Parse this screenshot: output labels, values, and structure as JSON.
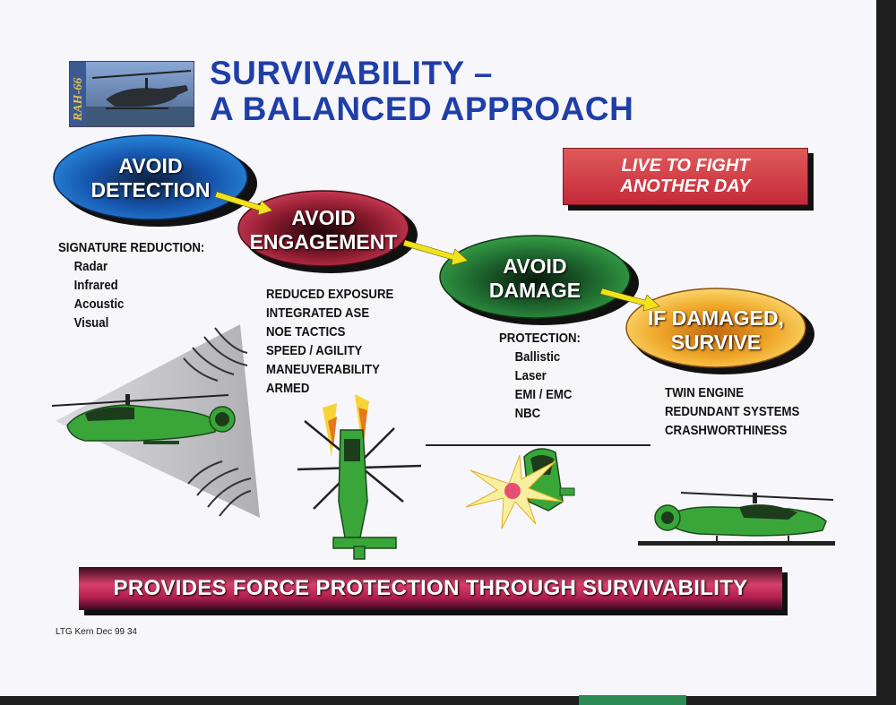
{
  "title": {
    "line1": "SURVIVABILITY –",
    "line2": "A BALANCED APPROACH"
  },
  "thumbnail": {
    "logo_text": "RAH-66"
  },
  "ovals": {
    "detection": {
      "line1": "AVOID",
      "line2": "DETECTION",
      "color": "#1a66c2"
    },
    "engagement": {
      "line1": "AVOID",
      "line2": "ENGAGEMENT",
      "color": "#b6213a"
    },
    "damage": {
      "line1": "AVOID",
      "line2": "DAMAGE",
      "color": "#2f9a46"
    },
    "survive": {
      "line1": "IF DAMAGED,",
      "line2": "SURVIVE",
      "color": "#f1b82c"
    }
  },
  "live_banner": {
    "line1": "LIVE TO FIGHT",
    "line2": "ANOTHER DAY"
  },
  "lists": {
    "signature": {
      "heading": "SIGNATURE REDUCTION:",
      "items": [
        "Radar",
        "Infrared",
        "Acoustic",
        "Visual"
      ]
    },
    "engagement": {
      "items": [
        "REDUCED EXPOSURE",
        "INTEGRATED ASE",
        "NOE TACTICS",
        "SPEED / AGILITY",
        "MANEUVERABILITY",
        "ARMED"
      ]
    },
    "protection": {
      "heading": "PROTECTION:",
      "items": [
        "Ballistic",
        "Laser",
        "EMI / EMC",
        "NBC"
      ]
    },
    "survive": {
      "items": [
        "TWIN ENGINE",
        "REDUNDANT SYSTEMS",
        "CRASHWORTHINESS"
      ]
    }
  },
  "bottom_banner": "PROVIDES FORCE PROTECTION THROUGH SURVIVABILITY",
  "footer": "LTG Kern Dec 99   34",
  "colors": {
    "title": "#1f3fa8",
    "arrow": "#f2e21c",
    "helicopter": "#3aa63a"
  }
}
